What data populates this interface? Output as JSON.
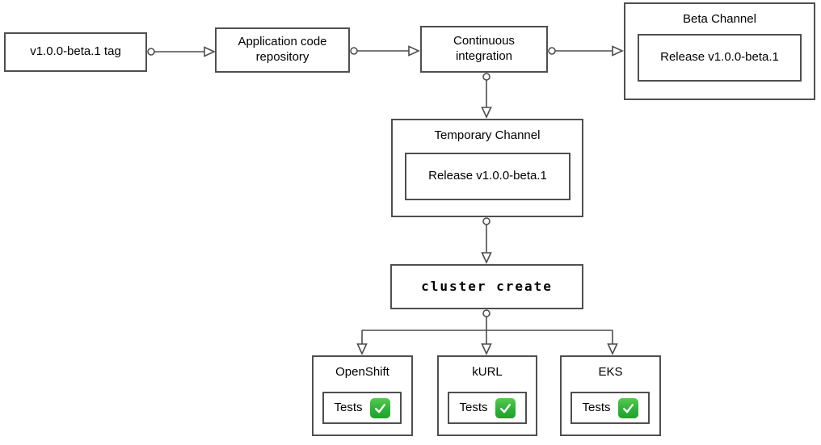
{
  "diagram": {
    "background": "#ffffff",
    "colors": {
      "node_border": "#4f4f4f",
      "connector": "#4d4d4d",
      "text": "#000000",
      "check_green_top": "#55ca4e",
      "check_green_bottom": "#1fa32b",
      "check_mark": "#ffffff"
    },
    "nodes": {
      "tag": {
        "label": "v1.0.0-beta.1 tag"
      },
      "repo": {
        "label": "Application code repository"
      },
      "ci": {
        "label": "Continuous integration"
      },
      "beta_channel": {
        "title": "Beta Channel",
        "release": "Release v1.0.0-beta.1"
      },
      "temporary_channel": {
        "title": "Temporary Channel",
        "release": "Release v1.0.0-beta.1"
      },
      "cluster_create": {
        "label": "cluster create"
      },
      "openshift": {
        "title": "OpenShift",
        "tests_label": "Tests"
      },
      "kurl": {
        "title": "kURL",
        "tests_label": "Tests"
      },
      "eks": {
        "title": "EKS",
        "tests_label": "Tests"
      }
    },
    "icons": {
      "tests_passed": "white-heavy-check-mark-emoji"
    }
  }
}
